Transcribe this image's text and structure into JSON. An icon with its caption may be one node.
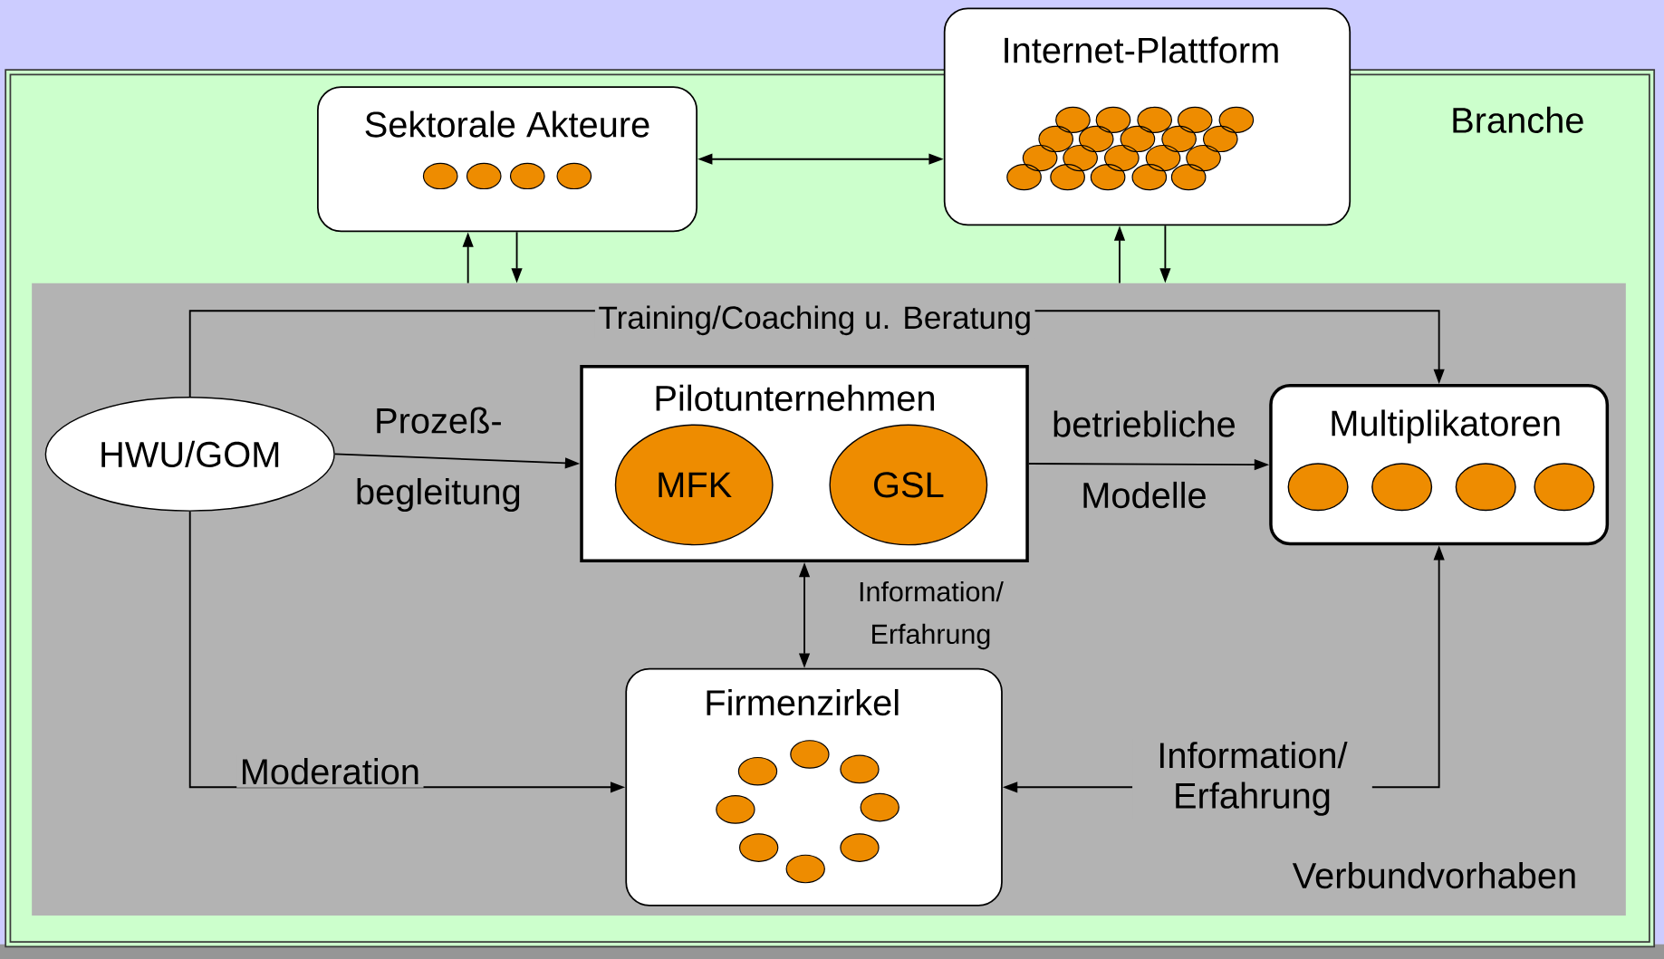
{
  "diagram": {
    "nodes": [
      {
        "text": [
          "Branche"
        ]
      },
      {
        "text": [
          "Sektorale Akteure"
        ],
        "in": 0
      },
      {
        "text": [
          "Internet-Plattform"
        ]
      },
      {
        "text": [
          "Verbundvorhaben"
        ],
        "in": 0
      },
      {
        "text": [
          "HWU/GOM"
        ],
        "in": 3
      },
      {
        "text": [
          "Pilotunternehmen"
        ],
        "in": 3
      },
      {
        "text": [
          "MFK"
        ],
        "in": 5
      },
      {
        "text": [
          "GSL"
        ],
        "in": 5
      },
      {
        "text": [
          "Multiplikatoren"
        ],
        "in": 3
      },
      {
        "text": [
          "Firmenzirkel"
        ],
        "in": 3
      }
    ],
    "edges": [
      {
        "from": 1,
        "to": 2,
        "arrow": "both"
      },
      {
        "from": 3,
        "to": 1,
        "arrow": "to"
      },
      {
        "from": 1,
        "to": 3,
        "arrow": "to"
      },
      {
        "from": 3,
        "to": 2,
        "arrow": "to"
      },
      {
        "from": 2,
        "to": 3,
        "arrow": "to"
      },
      {
        "from": 4,
        "to": 8,
        "arrow": "to",
        "label": "Training/Coaching u. Beratung"
      },
      {
        "from": 4,
        "to": 5,
        "arrow": "to",
        "label": "Prozeß- begleitung"
      },
      {
        "from": 5,
        "to": 8,
        "arrow": "to",
        "label": "betriebliche Modelle"
      },
      {
        "from": 5,
        "to": 9,
        "arrow": "both",
        "label": "Information/ Erfahrung"
      },
      {
        "from": 4,
        "to": 9,
        "arrow": "to",
        "label": "Moderation"
      },
      {
        "from": 8,
        "to": 9,
        "arrow": "both",
        "label": "Information/ Erfahrung"
      }
    ]
  }
}
